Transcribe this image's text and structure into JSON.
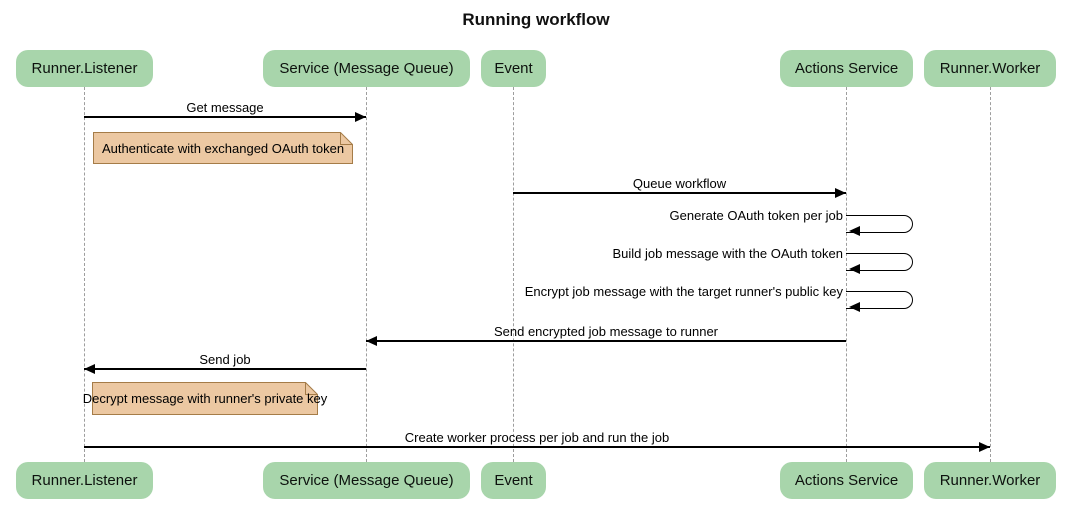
{
  "title": "Running workflow",
  "diagram_type": "sequence",
  "colors": {
    "background": "#ffffff",
    "actor_fill": "#a8d5ab",
    "note_fill": "#ecc8a2",
    "note_border": "#a57c48",
    "lifeline": "#9e9e9e",
    "arrow": "#000000",
    "text": "#000000"
  },
  "actors": [
    {
      "id": "runner-listener",
      "label": "Runner.Listener"
    },
    {
      "id": "service-message-queue",
      "label": "Service (Message Queue)"
    },
    {
      "id": "event",
      "label": "Event"
    },
    {
      "id": "actions-service",
      "label": "Actions Service"
    },
    {
      "id": "runner-worker",
      "label": "Runner.Worker"
    }
  ],
  "messages": [
    {
      "from": "Runner.Listener",
      "to": "Service (Message Queue)",
      "kind": "arrow",
      "text": "Get message"
    },
    {
      "from": "Event",
      "to": "Actions Service",
      "kind": "arrow",
      "text": "Queue workflow"
    },
    {
      "from": "Actions Service",
      "to": "Actions Service",
      "kind": "self",
      "text": "Generate OAuth token per job"
    },
    {
      "from": "Actions Service",
      "to": "Actions Service",
      "kind": "self",
      "text": "Build job message with the OAuth token"
    },
    {
      "from": "Actions Service",
      "to": "Actions Service",
      "kind": "self",
      "text": "Encrypt job message with the target runner's public key"
    },
    {
      "from": "Actions Service",
      "to": "Service (Message Queue)",
      "kind": "arrow",
      "text": "Send encrypted job message to runner"
    },
    {
      "from": "Service (Message Queue)",
      "to": "Runner.Listener",
      "kind": "arrow",
      "text": "Send job"
    },
    {
      "from": "Runner.Listener",
      "to": "Runner.Worker",
      "kind": "arrow",
      "text": "Create worker process per job and run the job"
    }
  ],
  "notes": [
    {
      "position": "right of Runner.Listener",
      "text": "Authenticate with exchanged OAuth token"
    },
    {
      "position": "right of Runner.Listener",
      "text": "Decrypt message with runner's private key"
    }
  ]
}
